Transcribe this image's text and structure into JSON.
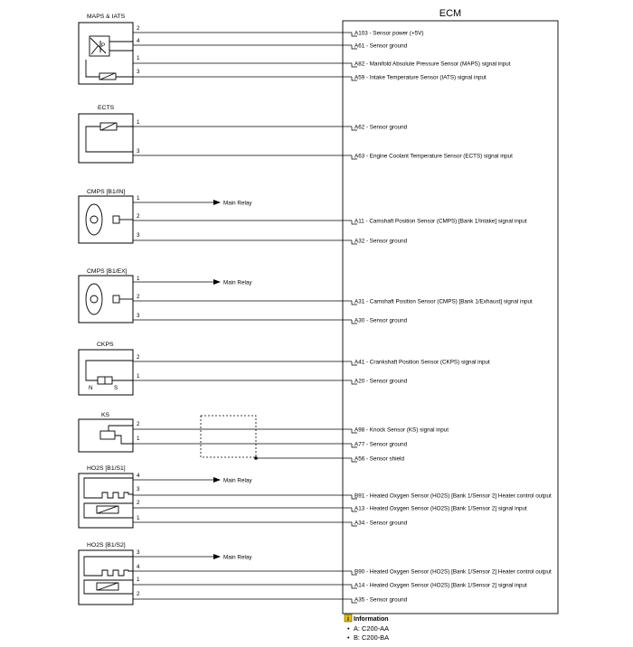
{
  "ecm": {
    "title": "ECM"
  },
  "components": [
    {
      "name": "MAPS & IATS"
    },
    {
      "name": "ECTS"
    },
    {
      "name": "CMPS [B1/IN]"
    },
    {
      "name": "CMPS [B1/EX]"
    },
    {
      "name": "CKPS",
      "pole_n": "N",
      "pole_s": "S"
    },
    {
      "name": "KS"
    },
    {
      "name": "HO2S [B1/S1]"
    },
    {
      "name": "HO2S [B1/S2]"
    }
  ],
  "maps_symbol": "P",
  "pins": [
    "2",
    "4",
    "1",
    "3",
    "1",
    "3",
    "1",
    "2",
    "3",
    "1",
    "2",
    "3",
    "2",
    "1",
    "2",
    "1",
    "4",
    "3",
    "2",
    "1",
    "3",
    "4",
    "1",
    "2"
  ],
  "ecm_terminals": [
    "A103 - Sensor power (+5V)",
    "A61 - Sensor ground",
    "A82 - Manifold Absolute Pressure Sensor (MAPS) signal input",
    "A59 - Intake Temperature Sensor (IATS) signal input",
    "A62 - Sensor ground",
    "A63 - Engine Coolant Temperature Sensor (ECTS) signal input",
    "A11 - Camshaft Position Sensor (CMPS) [Bank 1/Intake] signal input",
    "A32 - Sensor ground",
    "A31 - Camshaft Position Sensor (CMPS) [Bank 1/Exhaust] signal input",
    "A30 - Sensor ground",
    "A41 - Crankshaft Position Sensor (CKPS) signal input",
    "A20 - Sensor ground",
    "A98 - Knock Sensor (KS) signal input",
    "A77 - Sensor ground",
    "A56 - Sensor shield",
    "B91 - Heated Oxygen Sensor (HO2S) [Bank 1/Sensor 2] Heater control output",
    "A13 - Heated Oxygen Sensor (HO2S) [Bank 1/Sensor 2] signal input",
    "A34 - Sensor ground",
    "B90 - Heated Oxygen Sensor (HO2S) [Bank 1/Sensor 2] Heater control output",
    "A14 - Heated Oxygen Sensor (HO2S) [Bank 1/Sensor 2] signal input",
    "A35 - Sensor ground"
  ],
  "relays": [
    "Main Relay",
    "Main Relay",
    "Main Relay",
    "Main Relay"
  ],
  "info": {
    "icon": "info-icon",
    "icon_glyph": "i",
    "title": "Information",
    "items": [
      "A: C200-AA",
      "B: C200-BA"
    ],
    "bullet": "•"
  }
}
